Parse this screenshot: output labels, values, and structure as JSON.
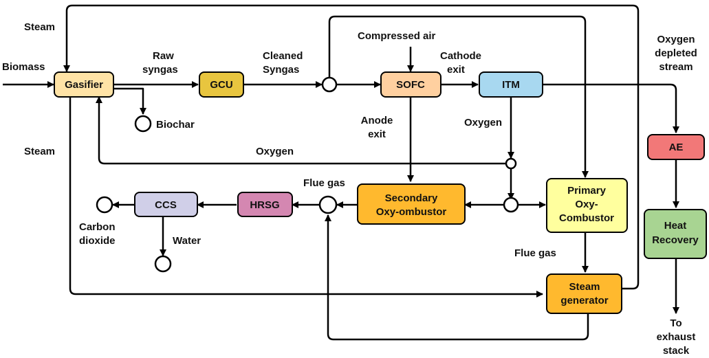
{
  "colors": {
    "gasifier": "#ffe3a6",
    "gcu": "#e8c53f",
    "sofc": "#ffd0a0",
    "itm": "#a8d8f0",
    "secondary": "#ffb92e",
    "primary": "#ffff9e",
    "steam_generator": "#ffb92e",
    "hrsg": "#d487b1",
    "ccs": "#d0cfe8",
    "ae": "#f27878",
    "heat_recovery": "#a8d492",
    "stroke": "#000000"
  },
  "blocks": {
    "gasifier": "Gasifier",
    "gcu": "GCU",
    "sofc": "SOFC",
    "itm": "ITM",
    "secondary_oxy_combustor": [
      "Secondary",
      "Oxy-ombustor"
    ],
    "primary_oxy_combustor": [
      "Primary",
      "Oxy-",
      "Combustor"
    ],
    "steam_generator": [
      "Steam",
      "generator"
    ],
    "hrsg": "HRSG",
    "ccs": "CCS",
    "ae": "AE",
    "heat_recovery": [
      "Heat",
      "Recovery"
    ]
  },
  "labels": {
    "steam_top": "Steam",
    "biomass": "Biomass",
    "raw_syngas": [
      "Raw",
      "syngas"
    ],
    "cleaned_syngas": [
      "Cleaned",
      "Syngas"
    ],
    "compressed_air": "Compressed air",
    "cathode_exit": [
      "Cathode",
      "exit"
    ],
    "oxygen_depleted_stream": [
      "Oxygen",
      "depleted",
      "stream"
    ],
    "biochar": "Biochar",
    "steam_left": "Steam",
    "anode_exit": [
      "Anode",
      "exit"
    ],
    "oxygen_itm": "Oxygen",
    "oxygen_return": "Oxygen",
    "flue_gas_left": "Flue gas",
    "carbon_dioxide": [
      "Carbon",
      "dioxide"
    ],
    "water": "Water",
    "flue_gas_right": "Flue gas",
    "to_exhaust_stack": [
      "To",
      "exhaust",
      "stack"
    ]
  }
}
